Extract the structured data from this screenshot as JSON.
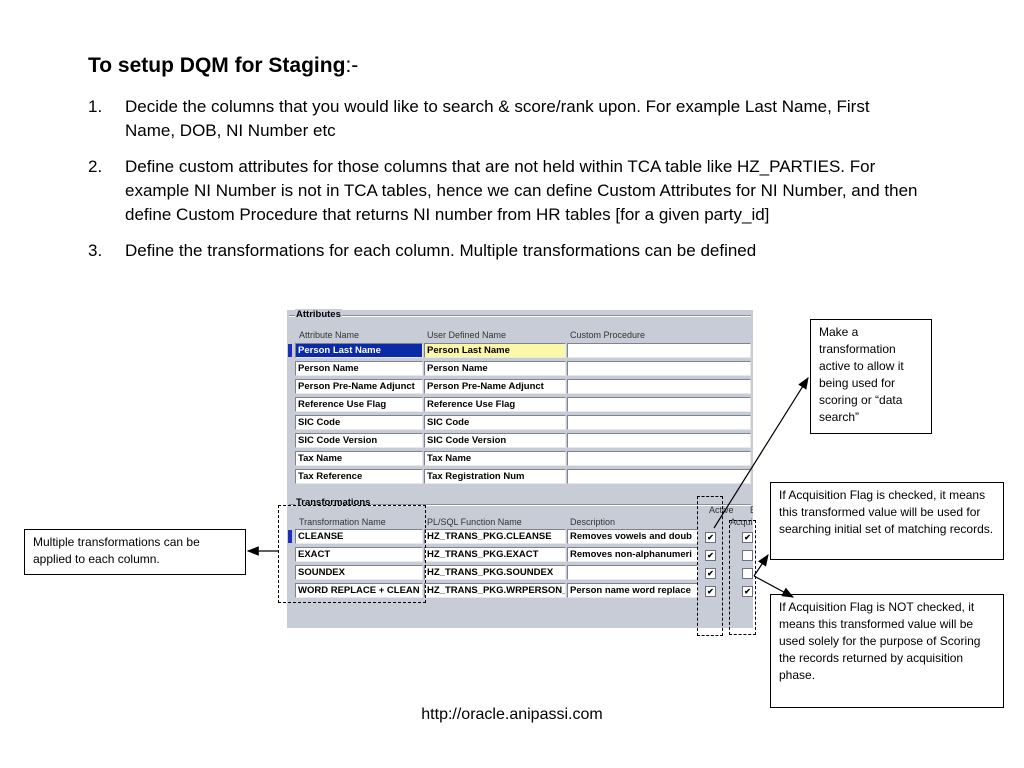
{
  "heading": {
    "bold": "To setup DQM for Staging",
    "suffix": ":-"
  },
  "steps": [
    {
      "num": "1.",
      "text": "Decide the columns that you would like to search & score/rank upon. For example Last Name, First Name, DOB, NI Number etc"
    },
    {
      "num": "2.",
      "text": "Define custom attributes for those columns that are not held within TCA table like HZ_PARTIES. For example NI Number is not in TCA tables, hence we can define Custom Attributes for NI Number, and then define Custom Procedure that returns NI number from HR tables [for a given party_id]"
    },
    {
      "num": "3.",
      "text": "Define the transformations for each column. Multiple transformations can be defined"
    }
  ],
  "form": {
    "attributes_label": "Attributes",
    "attr_headers": {
      "name": "Attribute Name",
      "user": "User Defined Name",
      "proc": "Custom Procedure"
    },
    "attributes": [
      {
        "name": "Person Last Name",
        "user": "Person Last Name",
        "proc": ""
      },
      {
        "name": "Person Name",
        "user": "Person Name",
        "proc": ""
      },
      {
        "name": "Person Pre-Name Adjunct",
        "user": "Person Pre-Name Adjunct",
        "proc": ""
      },
      {
        "name": "Reference Use Flag",
        "user": "Reference Use Flag",
        "proc": ""
      },
      {
        "name": "SIC Code",
        "user": "SIC Code",
        "proc": ""
      },
      {
        "name": "SIC Code Version",
        "user": "SIC Code Version",
        "proc": ""
      },
      {
        "name": "Tax Name",
        "user": "Tax Name",
        "proc": ""
      },
      {
        "name": "Tax Reference",
        "user": "Tax Registration Num",
        "proc": ""
      }
    ],
    "transformations_label": "Transformations",
    "trans_headers": {
      "name": "Transformation Name",
      "func": "PL/SQL Function Name",
      "desc": "Description",
      "active": "Active",
      "acq": "Acquis",
      "b": "B"
    },
    "transformations": [
      {
        "name": "CLEANSE",
        "func": "HZ_TRANS_PKG.CLEANSE",
        "desc": "Removes vowels and doub",
        "active": true,
        "acq": true
      },
      {
        "name": "EXACT",
        "func": "HZ_TRANS_PKG.EXACT",
        "desc": "Removes non-alphanumeri",
        "active": true,
        "acq": false
      },
      {
        "name": "SOUNDEX",
        "func": "HZ_TRANS_PKG.SOUNDEX",
        "desc": "",
        "active": true,
        "acq": false
      },
      {
        "name": "WORD REPLACE + CLEAN",
        "func": "HZ_TRANS_PKG.WRPERSON_",
        "desc": "Person name word replace",
        "active": true,
        "acq": true
      }
    ]
  },
  "callouts": {
    "multi": "Multiple transformations can be applied to each column.",
    "active": "Make a transformation active to allow it being used for scoring or “data search”",
    "acq_checked": "If Acquisition Flag is checked, it means this transformed value will be used for searching initial set of matching records.",
    "acq_unchecked": "If Acquisition Flag is NOT checked, it means this transformed value will be used solely for the purpose of Scoring the records returned by acquisition phase."
  },
  "footer_url": "http://oracle.anipassi.com",
  "colors": {
    "selected_row": "#0a2aa8",
    "current_field": "#fbf8a8",
    "form_bg": "#c8ccd7"
  }
}
